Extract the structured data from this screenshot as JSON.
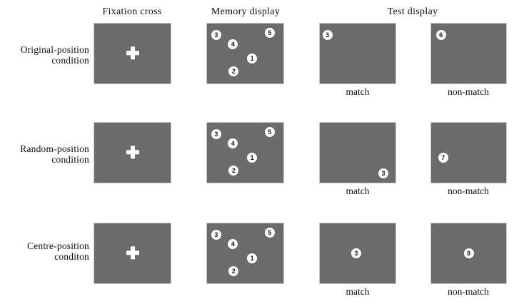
{
  "colors": {
    "screen_bg": "#6b6b6b",
    "screen_border": "#c9c9c9",
    "circle_bg": "#ffffff",
    "digit_color": "#1c1c1c",
    "cross_color": "#ffffff",
    "text_color": "#111111"
  },
  "figure": {
    "column_headers": {
      "fixation": "Fixation cross",
      "memory": "Memory display",
      "test": "Test display"
    },
    "rows": [
      {
        "condition_line1": "Original-position",
        "condition_line2": "condition",
        "memory_digits": [
          {
            "value": "3",
            "x": 12,
            "y": 19
          },
          {
            "value": "4",
            "x": 34,
            "y": 35
          },
          {
            "value": "5",
            "x": 82,
            "y": 16
          },
          {
            "value": "1",
            "x": 59,
            "y": 58
          },
          {
            "value": "2",
            "x": 35,
            "y": 80
          }
        ],
        "match": {
          "label": "match",
          "digits": [
            {
              "value": "3",
              "x": 10,
              "y": 19
            }
          ]
        },
        "nonmatch": {
          "label": "non-match",
          "digits": [
            {
              "value": "6",
              "x": 13,
              "y": 19
            }
          ]
        }
      },
      {
        "condition_line1": "Random-position",
        "condition_line2": "condition",
        "memory_digits": [
          {
            "value": "3",
            "x": 12,
            "y": 19
          },
          {
            "value": "4",
            "x": 34,
            "y": 35
          },
          {
            "value": "5",
            "x": 82,
            "y": 16
          },
          {
            "value": "1",
            "x": 59,
            "y": 58
          },
          {
            "value": "2",
            "x": 35,
            "y": 80
          }
        ],
        "match": {
          "label": "match",
          "digits": [
            {
              "value": "3",
              "x": 84,
              "y": 85
            }
          ]
        },
        "nonmatch": {
          "label": "non-match",
          "digits": [
            {
              "value": "7",
              "x": 16,
              "y": 58
            }
          ]
        }
      },
      {
        "condition_line1": "Centre-position",
        "condition_line2": "conditon",
        "memory_digits": [
          {
            "value": "3",
            "x": 12,
            "y": 19
          },
          {
            "value": "4",
            "x": 34,
            "y": 35
          },
          {
            "value": "5",
            "x": 82,
            "y": 16
          },
          {
            "value": "1",
            "x": 59,
            "y": 58
          },
          {
            "value": "2",
            "x": 35,
            "y": 80
          }
        ],
        "match": {
          "label": "match",
          "digits": [
            {
              "value": "3",
              "x": 48,
              "y": 50
            }
          ]
        },
        "nonmatch": {
          "label": "non-match",
          "digits": [
            {
              "value": "8",
              "x": 50,
              "y": 50
            }
          ]
        }
      }
    ]
  }
}
